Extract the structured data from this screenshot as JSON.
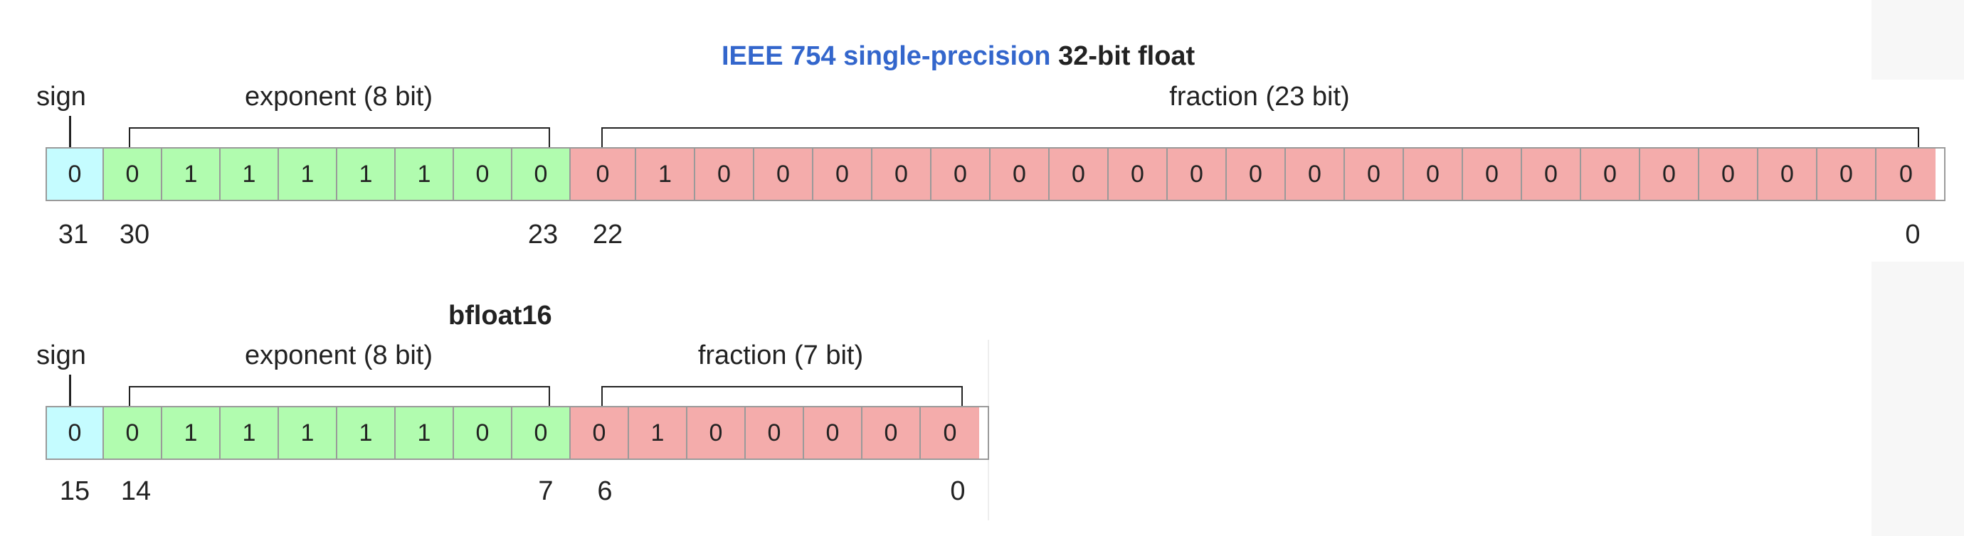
{
  "diagrams": [
    {
      "id": "float32",
      "title_link": "IEEE 754 single-precision",
      "title_rest": " 32-bit float",
      "field_labels": {
        "sign": "sign",
        "exponent": "exponent (8 bit)",
        "fraction": "fraction (23 bit)"
      },
      "bits": {
        "sign": [
          "0"
        ],
        "exponent": [
          "0",
          "1",
          "1",
          "1",
          "1",
          "1",
          "0",
          "0"
        ],
        "fraction": [
          "0",
          "1",
          "0",
          "0",
          "0",
          "0",
          "0",
          "0",
          "0",
          "0",
          "0",
          "0",
          "0",
          "0",
          "0",
          "0",
          "0",
          "0",
          "0",
          "0",
          "0",
          "0",
          "0"
        ]
      },
      "bit_index_labels": {
        "sign_msb": "31",
        "exponent_msb": "30",
        "exponent_lsb": "23",
        "fraction_msb": "22",
        "fraction_lsb": "0"
      }
    },
    {
      "id": "bfloat16",
      "title_link": "",
      "title_rest": "bfloat16",
      "field_labels": {
        "sign": "sign",
        "exponent": "exponent (8 bit)",
        "fraction": "fraction (7 bit)"
      },
      "bits": {
        "sign": [
          "0"
        ],
        "exponent": [
          "0",
          "1",
          "1",
          "1",
          "1",
          "1",
          "0",
          "0"
        ],
        "fraction": [
          "0",
          "1",
          "0",
          "0",
          "0",
          "0",
          "0"
        ]
      },
      "bit_index_labels": {
        "sign_msb": "15",
        "exponent_msb": "14",
        "exponent_lsb": "7",
        "fraction_msb": "6",
        "fraction_lsb": "0"
      }
    }
  ],
  "colors": {
    "sign": "#c5fcff",
    "exponent": "#b1fcaf",
    "fraction": "#f4acab",
    "title_link": "#3366cc"
  }
}
